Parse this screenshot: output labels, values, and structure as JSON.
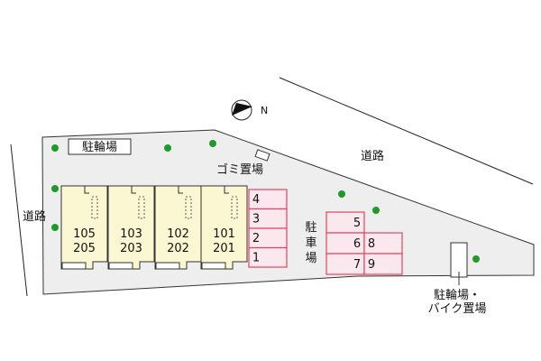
{
  "map": {
    "road_top": "道路",
    "road_left": "道路",
    "garbage": "ゴミ置場",
    "bike_parking_top": "駐輪場",
    "parking_label": [
      "駐",
      "車",
      "場"
    ],
    "bike_parking_right_line1": "駐輪場・",
    "bike_parking_right_line2": "バイク置場",
    "units": [
      {
        "top": "105",
        "bottom": "205"
      },
      {
        "top": "103",
        "bottom": "203"
      },
      {
        "top": "102",
        "bottom": "202"
      },
      {
        "top": "101",
        "bottom": "201"
      }
    ],
    "parking_left_column": [
      "4",
      "3",
      "2",
      "1"
    ],
    "parking_right_block": [
      "5",
      "6",
      "8",
      "7",
      "9"
    ],
    "compass_letter": "N"
  },
  "colors": {
    "building_fill": "#fbf7d2",
    "parking_fill": "#fbe8ee",
    "parking_stroke": "#e2445e",
    "lot_fill": "#eeeeee",
    "tree": "#1f9a2a",
    "outline": "#333333"
  }
}
